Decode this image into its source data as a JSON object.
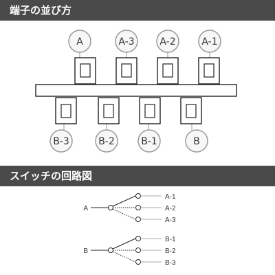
{
  "sections": {
    "terminal_layout": {
      "title": "端子の並び方"
    },
    "switch_circuit": {
      "title": "スイッチの回路図"
    }
  },
  "terminals": {
    "top": [
      "A",
      "A-3",
      "A-2",
      "A-1"
    ],
    "bottom": [
      "B-3",
      "B-2",
      "B-1",
      "B"
    ]
  },
  "circuit": {
    "group_a": {
      "input": "A",
      "outputs": [
        "A-1",
        "A-2",
        "A-3"
      ]
    },
    "group_b": {
      "input": "B",
      "outputs": [
        "B-1",
        "B-2",
        "B-3"
      ]
    }
  },
  "colors": {
    "header_bg": "#4a4a4a",
    "line": "#222222",
    "circle_stroke": "#999999",
    "circle_fill": "#f7f7f7",
    "faint_line": "#aaaaaa"
  }
}
